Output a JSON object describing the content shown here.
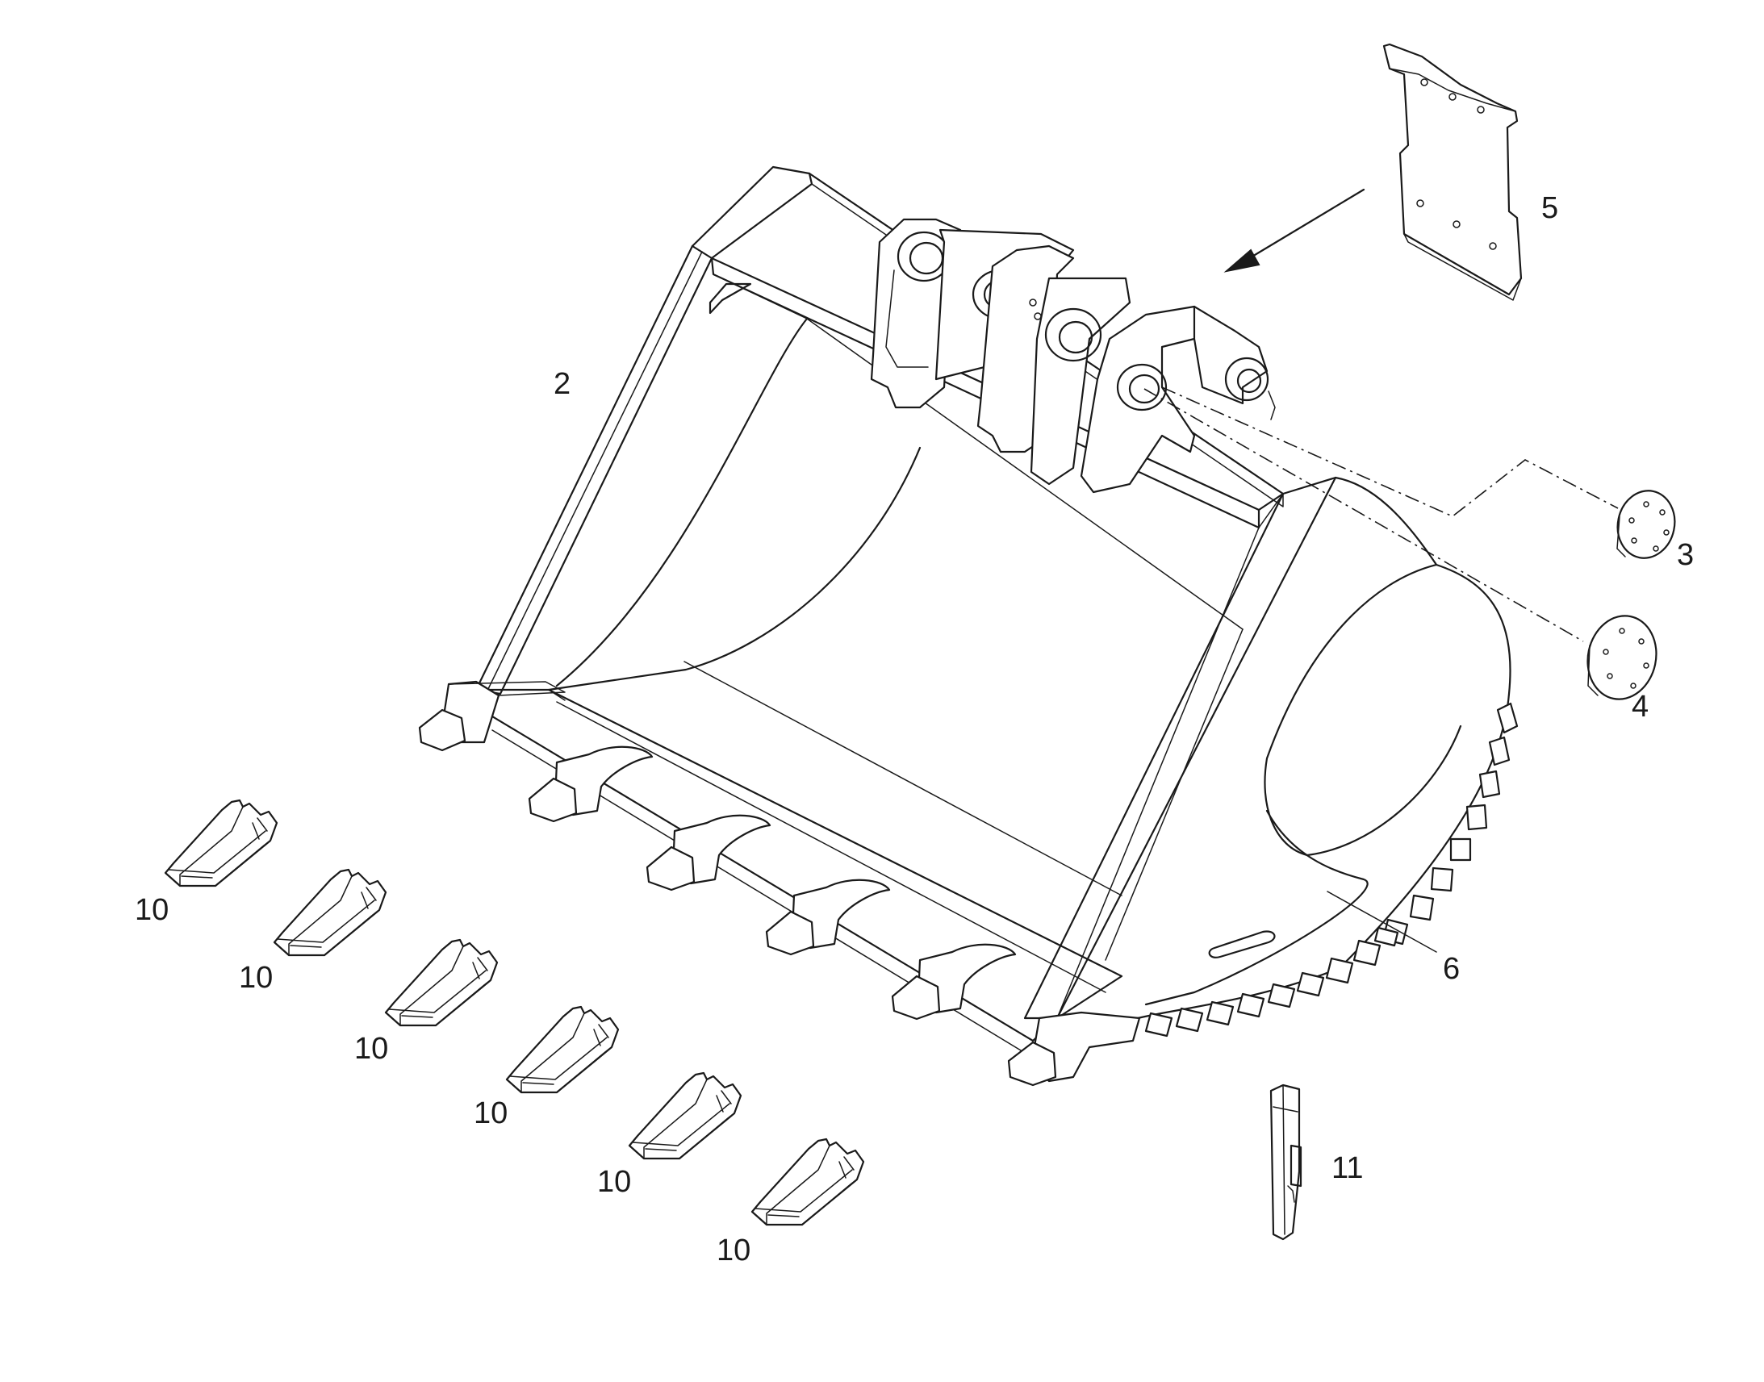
{
  "callouts": {
    "c2": "2",
    "c3": "3",
    "c4": "4",
    "c5": "5",
    "c6": "6",
    "c10a": "10",
    "c10b": "10",
    "c10c": "10",
    "c10d": "10",
    "c10e": "10",
    "c10f": "10",
    "c11": "11"
  },
  "colors": {
    "line": "#1a1a1a",
    "background": "#ffffff"
  }
}
